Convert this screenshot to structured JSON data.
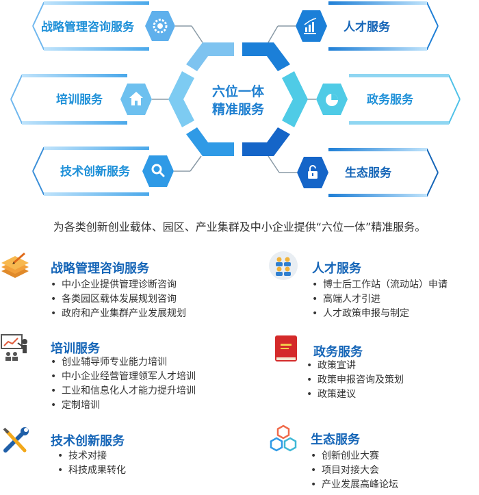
{
  "diagram": {
    "center": {
      "line1": "六位一体",
      "line2": "精准服务"
    },
    "nodes": [
      {
        "id": "strategy",
        "label": "战略管理咨询服务",
        "icon": "gear-icon"
      },
      {
        "id": "training",
        "label": "培训服务",
        "icon": "house-icon"
      },
      {
        "id": "tech",
        "label": "技术创新服务",
        "icon": "magnifier-icon"
      },
      {
        "id": "talent",
        "label": "人才服务",
        "icon": "chart-icon"
      },
      {
        "id": "gov",
        "label": "政务服务",
        "icon": "pie-chart-icon"
      },
      {
        "id": "eco",
        "label": "生态服务",
        "icon": "lock-icon"
      }
    ]
  },
  "intro": "为各类创新创业载体、园区、产业集群及中小企业提供“六位一体”精准服务。",
  "sections": {
    "strategy": {
      "title": "战略管理咨询服务",
      "icon": "layers-pencil-icon",
      "items": [
        "中小企业提供管理诊断咨询",
        "各类园区载体发展规划咨询",
        "政府和产业集群产业发展规划"
      ]
    },
    "training": {
      "title": "培训服务",
      "icon": "presentation-icon",
      "items": [
        "创业辅导师专业能力培训",
        "中小企业经营管理领军人才培训",
        "工业和信息化人才能力提升培训",
        "定制培训"
      ]
    },
    "tech": {
      "title": "技术创新服务",
      "icon": "wrench-screwdriver-icon",
      "items": [
        "技术对接",
        "科技成果转化"
      ]
    },
    "talent": {
      "title": "人才服务",
      "icon": "team-icon",
      "items": [
        "博士后工作站（流动站）申请",
        "高端人才引进",
        "人才政策申报与制定"
      ]
    },
    "gov": {
      "title": "政务服务",
      "icon": "red-book-icon",
      "items": [
        "政策宣讲",
        "政策申报咨询及策划",
        "政策建议"
      ]
    },
    "eco": {
      "title": "生态服务",
      "icon": "hexagons-icon",
      "items": [
        "创新创业大赛",
        "项目对接大会",
        "产业发展高峰论坛"
      ]
    }
  }
}
